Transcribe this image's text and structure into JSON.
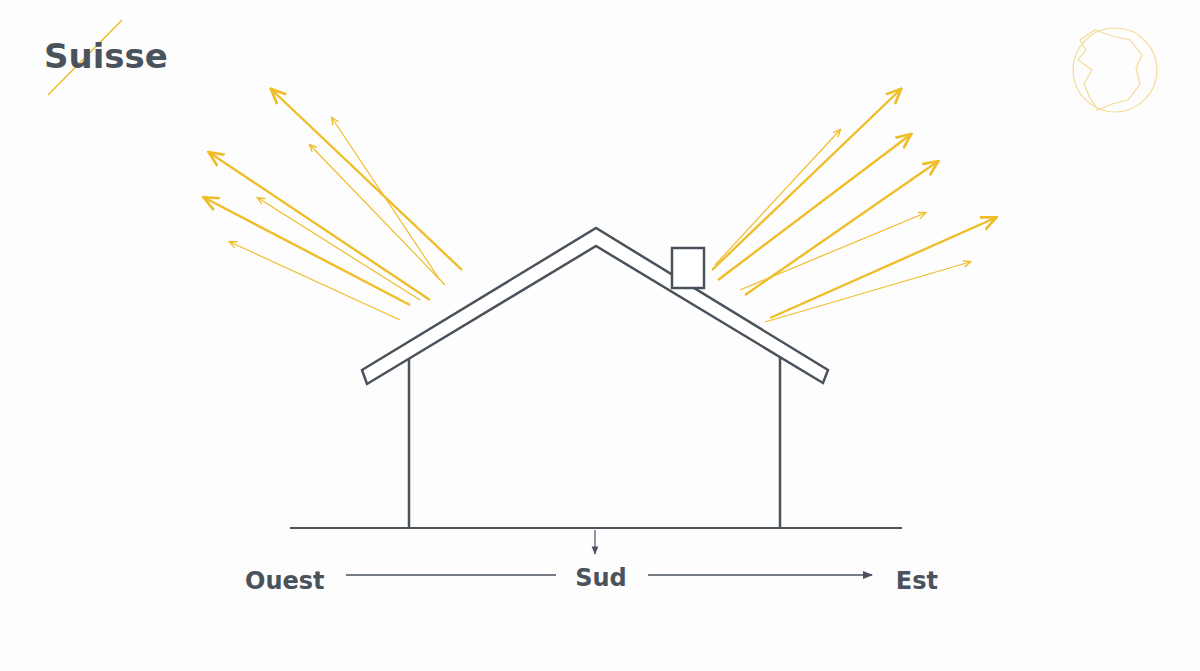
{
  "diagram": {
    "title": "Suisse",
    "labels": [
      "Ouest",
      "Sud",
      "Est"
    ]
  }
}
